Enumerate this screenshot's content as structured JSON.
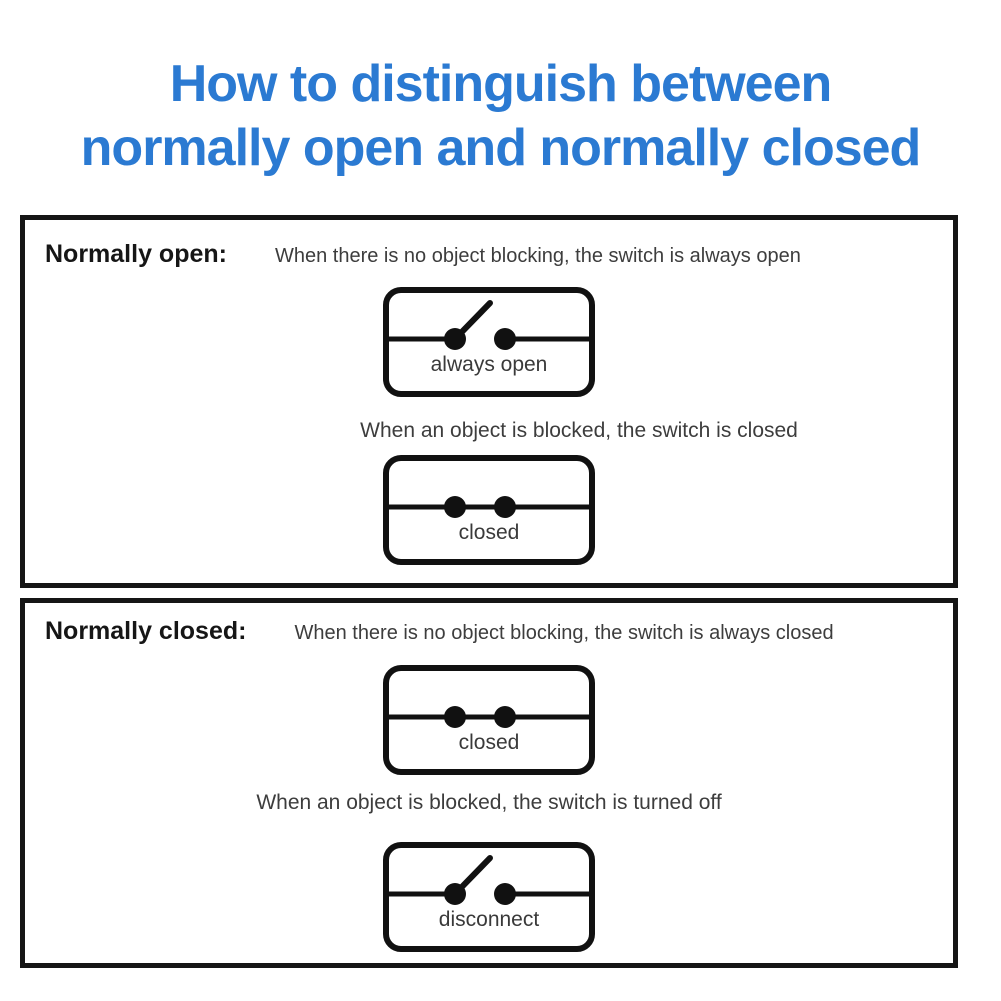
{
  "colors": {
    "title_blue": "#2b7ad2",
    "line_black": "#111111",
    "caption_gray": "#3d3d3d"
  },
  "title": {
    "line1": "How to distinguish between",
    "line2": "normally open and normally closed"
  },
  "sections": [
    {
      "heading": "Normally open:",
      "heading_caption": "When there is no object blocking, the switch is always open",
      "mid_caption": "When an object is blocked, the switch is closed",
      "diagrams": [
        {
          "label": "always open",
          "state": "open"
        },
        {
          "label": "closed",
          "state": "closed"
        }
      ]
    },
    {
      "heading": "Normally closed:",
      "heading_caption": "When there is no object blocking, the switch is always closed",
      "mid_caption": "When an object is blocked, the switch is turned off",
      "diagrams": [
        {
          "label": "closed",
          "state": "closed"
        },
        {
          "label": "disconnect",
          "state": "open"
        }
      ]
    }
  ]
}
